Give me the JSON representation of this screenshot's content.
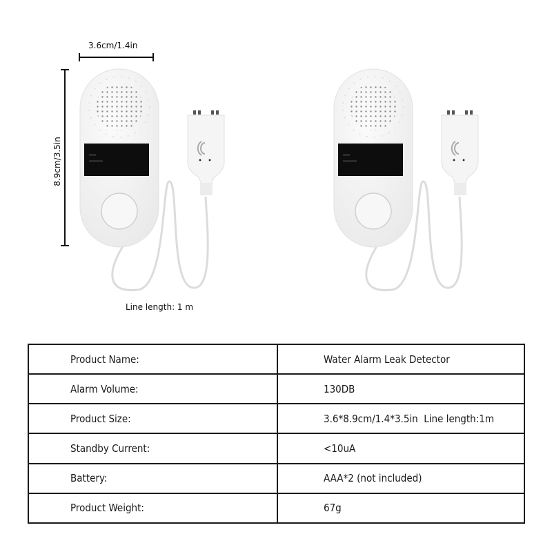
{
  "dimensions": {
    "width_label": "3.6cm/1.4in",
    "height_label": "8.9cm/3.5in",
    "line_length_label": "Line length: 1 m"
  },
  "products": [
    {
      "name": "water-leak-alarm-with-sensor-measured"
    },
    {
      "name": "water-leak-alarm-with-sensor"
    }
  ],
  "specs": {
    "rows": [
      {
        "label": "Product Name:",
        "value": "Water Alarm Leak Detector"
      },
      {
        "label": "Alarm Volume:",
        "value": "130DB"
      },
      {
        "label": "Product Size:",
        "value": "3.6*8.9cm/1.4*3.5in  Line length:1m"
      },
      {
        "label": "Standby Current:",
        "value": "<10uA"
      },
      {
        "label": "Battery:",
        "value": "AAA*2 (not included)"
      },
      {
        "label": "Product Weight:",
        "value": "67g"
      }
    ]
  },
  "colors": {
    "device_body": "#f4f4f4",
    "screen": "#0d0d0d",
    "line": "#111111"
  }
}
